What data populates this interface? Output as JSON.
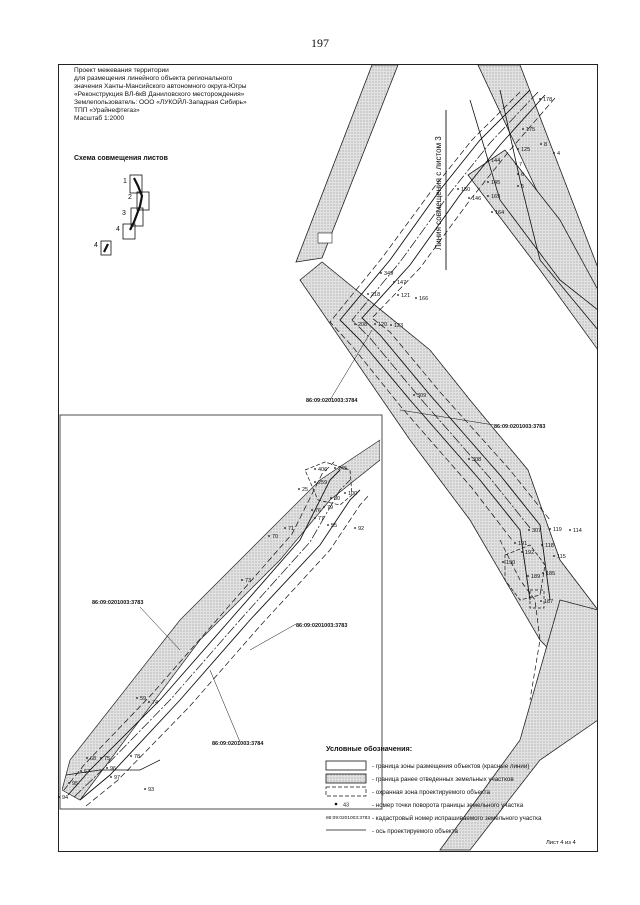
{
  "page_number": "197",
  "title_block": {
    "lines": [
      "Проект межевания территории",
      "для размещения линейного объекта регионального",
      "значения Ханты-Мансийского автономного округа-Югры",
      "«Реконструкция ВЛ-6кВ Даниловского месторождения»",
      "Землепользователь: ООО «ЛУКОЙЛ-Западная Сибирь»",
      "ТПП «Урайнефтегаз»",
      "Масштаб 1:2000"
    ]
  },
  "scheme": {
    "title": "Схема совмещения листов",
    "sheet_numbers": [
      "1",
      "2",
      "3",
      "4",
      "4"
    ]
  },
  "map": {
    "alignment_line_label": "Линия совмещения с листом 3",
    "cadastral_labels": [
      "86:09:0201003:3784",
      "86:09:0201003:3783",
      "86:09:0201003:3783",
      "86:09:0201003:3783",
      "86:09:0201003:3784"
    ],
    "points_main": [
      "178",
      "175",
      "8",
      "4",
      "125",
      "7",
      "144",
      "6",
      "145",
      "5",
      "150",
      "146",
      "169",
      "164",
      "349",
      "147",
      "218",
      "121",
      "166",
      "208",
      "120",
      "123",
      "309",
      "308",
      "307",
      "119",
      "114",
      "191",
      "118",
      "192",
      "115",
      "190",
      "189",
      "185",
      "187"
    ],
    "points_inset": [
      "406",
      "245",
      "259",
      "25",
      "100",
      "80",
      "76",
      "79",
      "77",
      "55",
      "92",
      "71",
      "70",
      "73",
      "59",
      "74",
      "68",
      "75",
      "78",
      "67",
      "96",
      "97",
      "95",
      "93",
      "94"
    ]
  },
  "legend": {
    "title": "Условные обозначения:",
    "items": [
      {
        "symbol": "box",
        "text": "- граница зоны размещения объектов (красные линии)"
      },
      {
        "symbol": "hatched-box",
        "text": "- граница ранее отведенных земельных участков"
      },
      {
        "symbol": "dashed-box",
        "text": "- охранная зона проектируемого объекта"
      },
      {
        "symbol": "dot",
        "symbol_text": "43",
        "text": "- номер точки поворота границы земельного участка"
      },
      {
        "symbol": "cad",
        "symbol_text": "86:09:0201003:3783",
        "text": "- кадастровый номер испрашиваемого земельного участка"
      },
      {
        "symbol": "line",
        "text": "- ось проектируемого объекта"
      }
    ]
  },
  "sheet_footer": "Лист 4 из 4",
  "colors": {
    "hatch": "#bdbdbd",
    "line": "#1a1a1a",
    "paper": "#ffffff"
  }
}
